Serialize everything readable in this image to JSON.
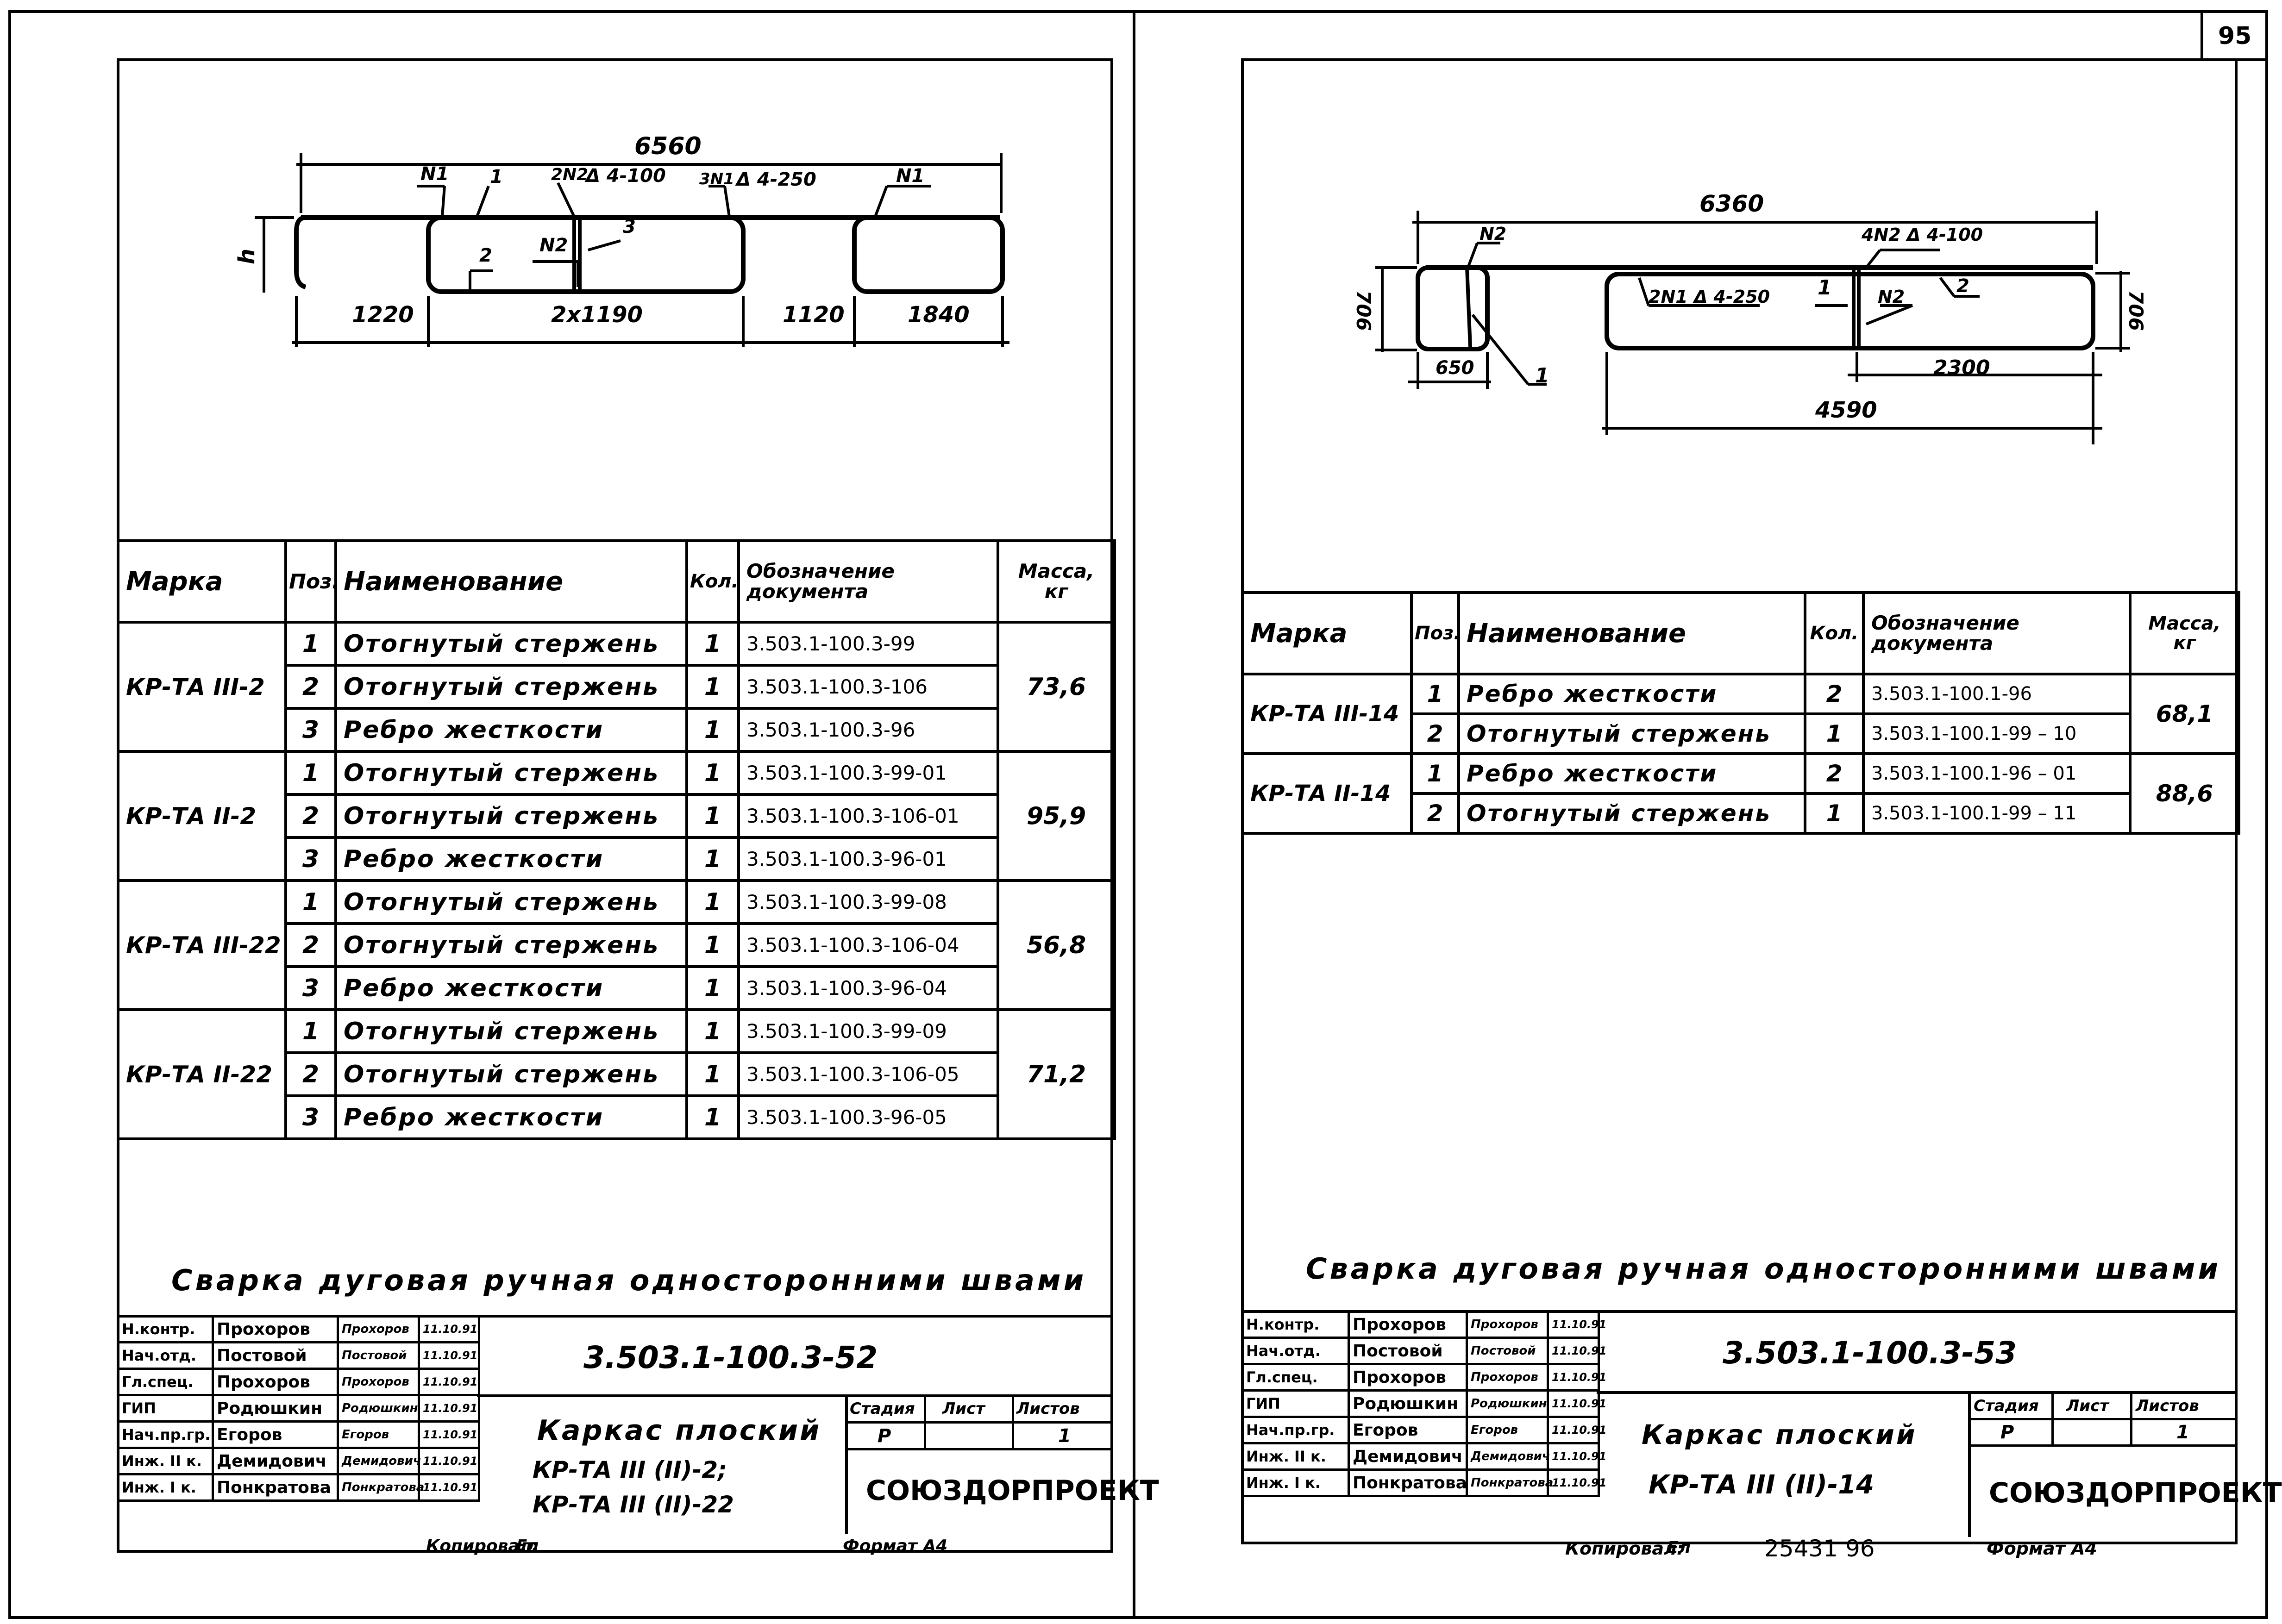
{
  "page_number": "95",
  "left": {
    "drawing": {
      "total_dim": "6560",
      "bottom_dims": [
        "1220",
        "2x1190",
        "1120",
        "1840"
      ],
      "labels": {
        "n1a": "N1",
        "p1": "1",
        "n2top": "2N2",
        "weld1": "Δ 4-100",
        "n1b": "3N1",
        "weld2": "Δ 4-250",
        "n1c": "N1",
        "p2": "2",
        "n2": "N2",
        "p3": "3",
        "h": "h"
      }
    },
    "table": {
      "headers": {
        "mark": "Марка",
        "pos": "Поз.",
        "name": "Наименование",
        "qty": "Кол.",
        "doc": "Обозначение документа",
        "mass": "Масса, кг"
      },
      "groups": [
        {
          "mark": "КР-ТА III-2",
          "mass": "73,6",
          "rows": [
            {
              "pos": "1",
              "name": "Отогнутый стержень",
              "qty": "1",
              "doc": "3.503.1-100.3-99"
            },
            {
              "pos": "2",
              "name": "Отогнутый стержень",
              "qty": "1",
              "doc": "3.503.1-100.3-106"
            },
            {
              "pos": "3",
              "name": "Ребро жесткости",
              "qty": "1",
              "doc": "3.503.1-100.3-96"
            }
          ]
        },
        {
          "mark": "КР-ТА II-2",
          "mass": "95,9",
          "rows": [
            {
              "pos": "1",
              "name": "Отогнутый стержень",
              "qty": "1",
              "doc": "3.503.1-100.3-99-01"
            },
            {
              "pos": "2",
              "name": "Отогнутый стержень",
              "qty": "1",
              "doc": "3.503.1-100.3-106-01"
            },
            {
              "pos": "3",
              "name": "Ребро жесткости",
              "qty": "1",
              "doc": "3.503.1-100.3-96-01"
            }
          ]
        },
        {
          "mark": "КР-ТА III-22",
          "mass": "56,8",
          "rows": [
            {
              "pos": "1",
              "name": "Отогнутый стержень",
              "qty": "1",
              "doc": "3.503.1-100.3-99-08"
            },
            {
              "pos": "2",
              "name": "Отогнутый стержень",
              "qty": "1",
              "doc": "3.503.1-100.3-106-04"
            },
            {
              "pos": "3",
              "name": "Ребро жесткости",
              "qty": "1",
              "doc": "3.503.1-100.3-96-04"
            }
          ]
        },
        {
          "mark": "КР-ТА II-22",
          "mass": "71,2",
          "rows": [
            {
              "pos": "1",
              "name": "Отогнутый стержень",
              "qty": "1",
              "doc": "3.503.1-100.3-99-09"
            },
            {
              "pos": "2",
              "name": "Отогнутый стержень",
              "qty": "1",
              "doc": "3.503.1-100.3-106-05"
            },
            {
              "pos": "3",
              "name": "Ребро жесткости",
              "qty": "1",
              "doc": "3.503.1-100.3-96-05"
            }
          ]
        }
      ]
    },
    "welding_note": "Сварка дуговая ручная односторонними швами",
    "title_block": {
      "roles": [
        {
          "role": "Н.контр.",
          "name": "Прохоров",
          "date": "11.10.91"
        },
        {
          "role": "Нач.отд.",
          "name": "Постовой",
          "date": "11.10.91"
        },
        {
          "role": "Гл.спец.",
          "name": "Прохоров",
          "date": "11.10.91"
        },
        {
          "role": "ГИП",
          "name": "Родюшкин",
          "date": "11.10.91"
        },
        {
          "role": "Нач.пр.гр.",
          "name": "Егоров",
          "date": "11.10.91"
        },
        {
          "role": "Инж. II к.",
          "name": "Демидович",
          "date": "11.10.91"
        },
        {
          "role": "Инж. I к.",
          "name": "Понкратова",
          "date": "11.10.91"
        }
      ],
      "signatures": [
        "Прохоров",
        "Постовой",
        "Прохоров",
        "Родюшкин",
        "Егоров",
        "Демидович",
        "Понкратова"
      ],
      "doc_code": "3.503.1-100.3-52",
      "title_lines": [
        "Каркас плоский",
        "КР-ТА III (II)-2;",
        "КР-ТА III (II)-22"
      ],
      "stage_header": "Стадия",
      "sheet_header": "Лист",
      "sheets_header": "Листов",
      "stage": "Р",
      "sheets": "1",
      "org": "СОЮЗДОРПРОЕКТ"
    },
    "copied": "Копировал:",
    "copied_sign": "Ел",
    "format": "Формат А4"
  },
  "right": {
    "drawing": {
      "total_dim": "6360",
      "dim_650": "650",
      "dim_2300": "2300",
      "dim_4590": "4590",
      "left_h": "706",
      "right_h": "706",
      "labels": {
        "n2a": "N2",
        "weld_top": "4N2 Δ 4-100",
        "weld_mid": "2N1 Δ 4-250",
        "p1a": "1",
        "n2b": "N2",
        "p2": "2",
        "p1b": "1"
      }
    },
    "table": {
      "headers": {
        "mark": "Марка",
        "pos": "Поз.",
        "name": "Наименование",
        "qty": "Кол.",
        "doc": "Обозначение документа",
        "mass": "Масса, кг"
      },
      "groups": [
        {
          "mark": "КР-ТА III-14",
          "mass": "68,1",
          "rows": [
            {
              "pos": "1",
              "name": "Ребро жесткости",
              "qty": "2",
              "doc": "3.503.1-100.1-96"
            },
            {
              "pos": "2",
              "name": "Отогнутый стержень",
              "qty": "1",
              "doc": "3.503.1-100.1-99 – 10"
            }
          ]
        },
        {
          "mark": "КР-ТА II-14",
          "mass": "88,6",
          "rows": [
            {
              "pos": "1",
              "name": "Ребро жесткости",
              "qty": "2",
              "doc": "3.503.1-100.1-96 – 01"
            },
            {
              "pos": "2",
              "name": "Отогнутый стержень",
              "qty": "1",
              "doc": "3.503.1-100.1-99 – 11"
            }
          ]
        }
      ]
    },
    "welding_note": "Сварка дуговая ручная односторонними швами",
    "title_block": {
      "roles": [
        {
          "role": "Н.контр.",
          "name": "Прохоров",
          "date": "11.10.91"
        },
        {
          "role": "Нач.отд.",
          "name": "Постовой",
          "date": "11.10.91"
        },
        {
          "role": "Гл.спец.",
          "name": "Прохоров",
          "date": "11.10.91"
        },
        {
          "role": "ГИП",
          "name": "Родюшкин",
          "date": "11.10.91"
        },
        {
          "role": "Нач.пр.гр.",
          "name": "Егоров",
          "date": "11.10.91"
        },
        {
          "role": "Инж. II к.",
          "name": "Демидович",
          "date": "11.10.91"
        },
        {
          "role": "Инж. I к.",
          "name": "Понкратова",
          "date": "11.10.91"
        }
      ],
      "signatures": [
        "Прохоров",
        "Постовой",
        "Прохоров",
        "Родюшкин",
        "Егоров",
        "Демидович",
        "Понкратова"
      ],
      "doc_code": "3.503.1-100.3-53",
      "title_lines": [
        "Каркас плоский",
        "КР-ТА III (II)-14"
      ],
      "stage_header": "Стадия",
      "sheet_header": "Лист",
      "sheets_header": "Листов",
      "stage": "Р",
      "sheets": "1",
      "org": "СОЮЗДОРПРОЕКТ"
    },
    "copied": "Копировал:",
    "copied_sign": "Ел",
    "copied_num": "25431 96",
    "format": "Формат А4"
  }
}
